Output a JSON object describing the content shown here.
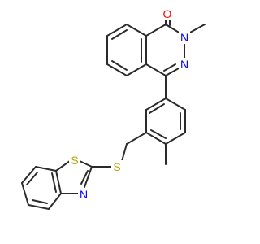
{
  "colors": {
    "bond": "#2b2b2b",
    "carbon": "#2b2b2b",
    "oxygen": "#ff0000",
    "nitrogen": "#0000ff",
    "sulfur": "#b5a200"
  },
  "atoms": {
    "oxygen": "O",
    "nitrogen_1": "N",
    "nitrogen_2": "N",
    "nitrogen_3": "N",
    "sulfur_1": "S",
    "sulfur_2": "S"
  }
}
